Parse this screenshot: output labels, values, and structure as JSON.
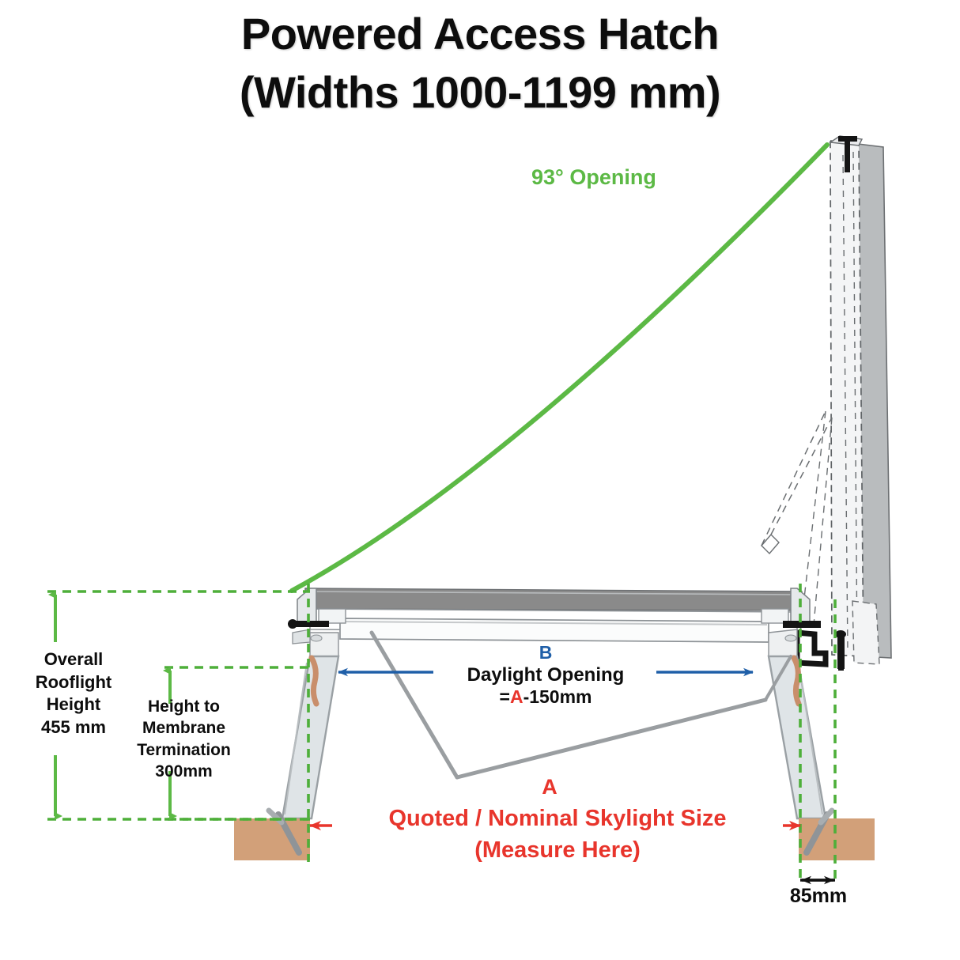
{
  "title": {
    "line1": "Powered Access Hatch",
    "line2": "(Widths 1000-1199 mm)"
  },
  "annotations": {
    "opening_angle": "93° Opening",
    "overall_height": "Overall\nRooflight\nHeight\n455 mm",
    "overall_height_lines": [
      "Overall",
      "Rooflight",
      "Height",
      "455 mm"
    ],
    "membrane_height_lines": [
      "Height to",
      "Membrane",
      "Termination",
      "300mm"
    ],
    "daylight_letter": "B",
    "daylight_name": "Daylight Opening",
    "daylight_formula_prefix": "=",
    "daylight_formula_letter": "A",
    "daylight_formula_suffix": "-150mm",
    "skylight_letter": "A",
    "skylight_size": "Quoted / Nominal Skylight Size",
    "skylight_measure": "(Measure Here)",
    "kerb_depth": "85mm"
  },
  "colors": {
    "green": "#5cb945",
    "green_dash": "#4eaf3a",
    "red": "#e8352c",
    "blue": "#1f5fa8",
    "blue_letter": "#1f5fa8",
    "black": "#0d0d0d",
    "timber": "#d2a079",
    "glass": "#8a8a8a",
    "frame_light": "#e3e6e8",
    "frame_outline": "#9aa0a4",
    "background": "#ffffff"
  },
  "icons": {
    "arrow_double_horizontal": "double-arrow-horizontal-icon",
    "arrow_double_vertical": "double-arrow-vertical-icon",
    "arc": "opening-arc-icon"
  }
}
